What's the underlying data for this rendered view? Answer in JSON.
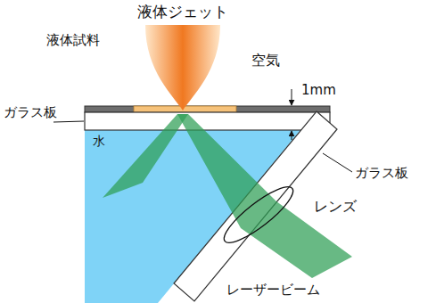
{
  "diagram": {
    "labels": [
      "液体ジェット",
      "液体試料",
      "空気",
      "1mm",
      "ガラス板",
      "水",
      "ガラス板",
      "レンズ",
      "レーザービーム"
    ]
  }
}
